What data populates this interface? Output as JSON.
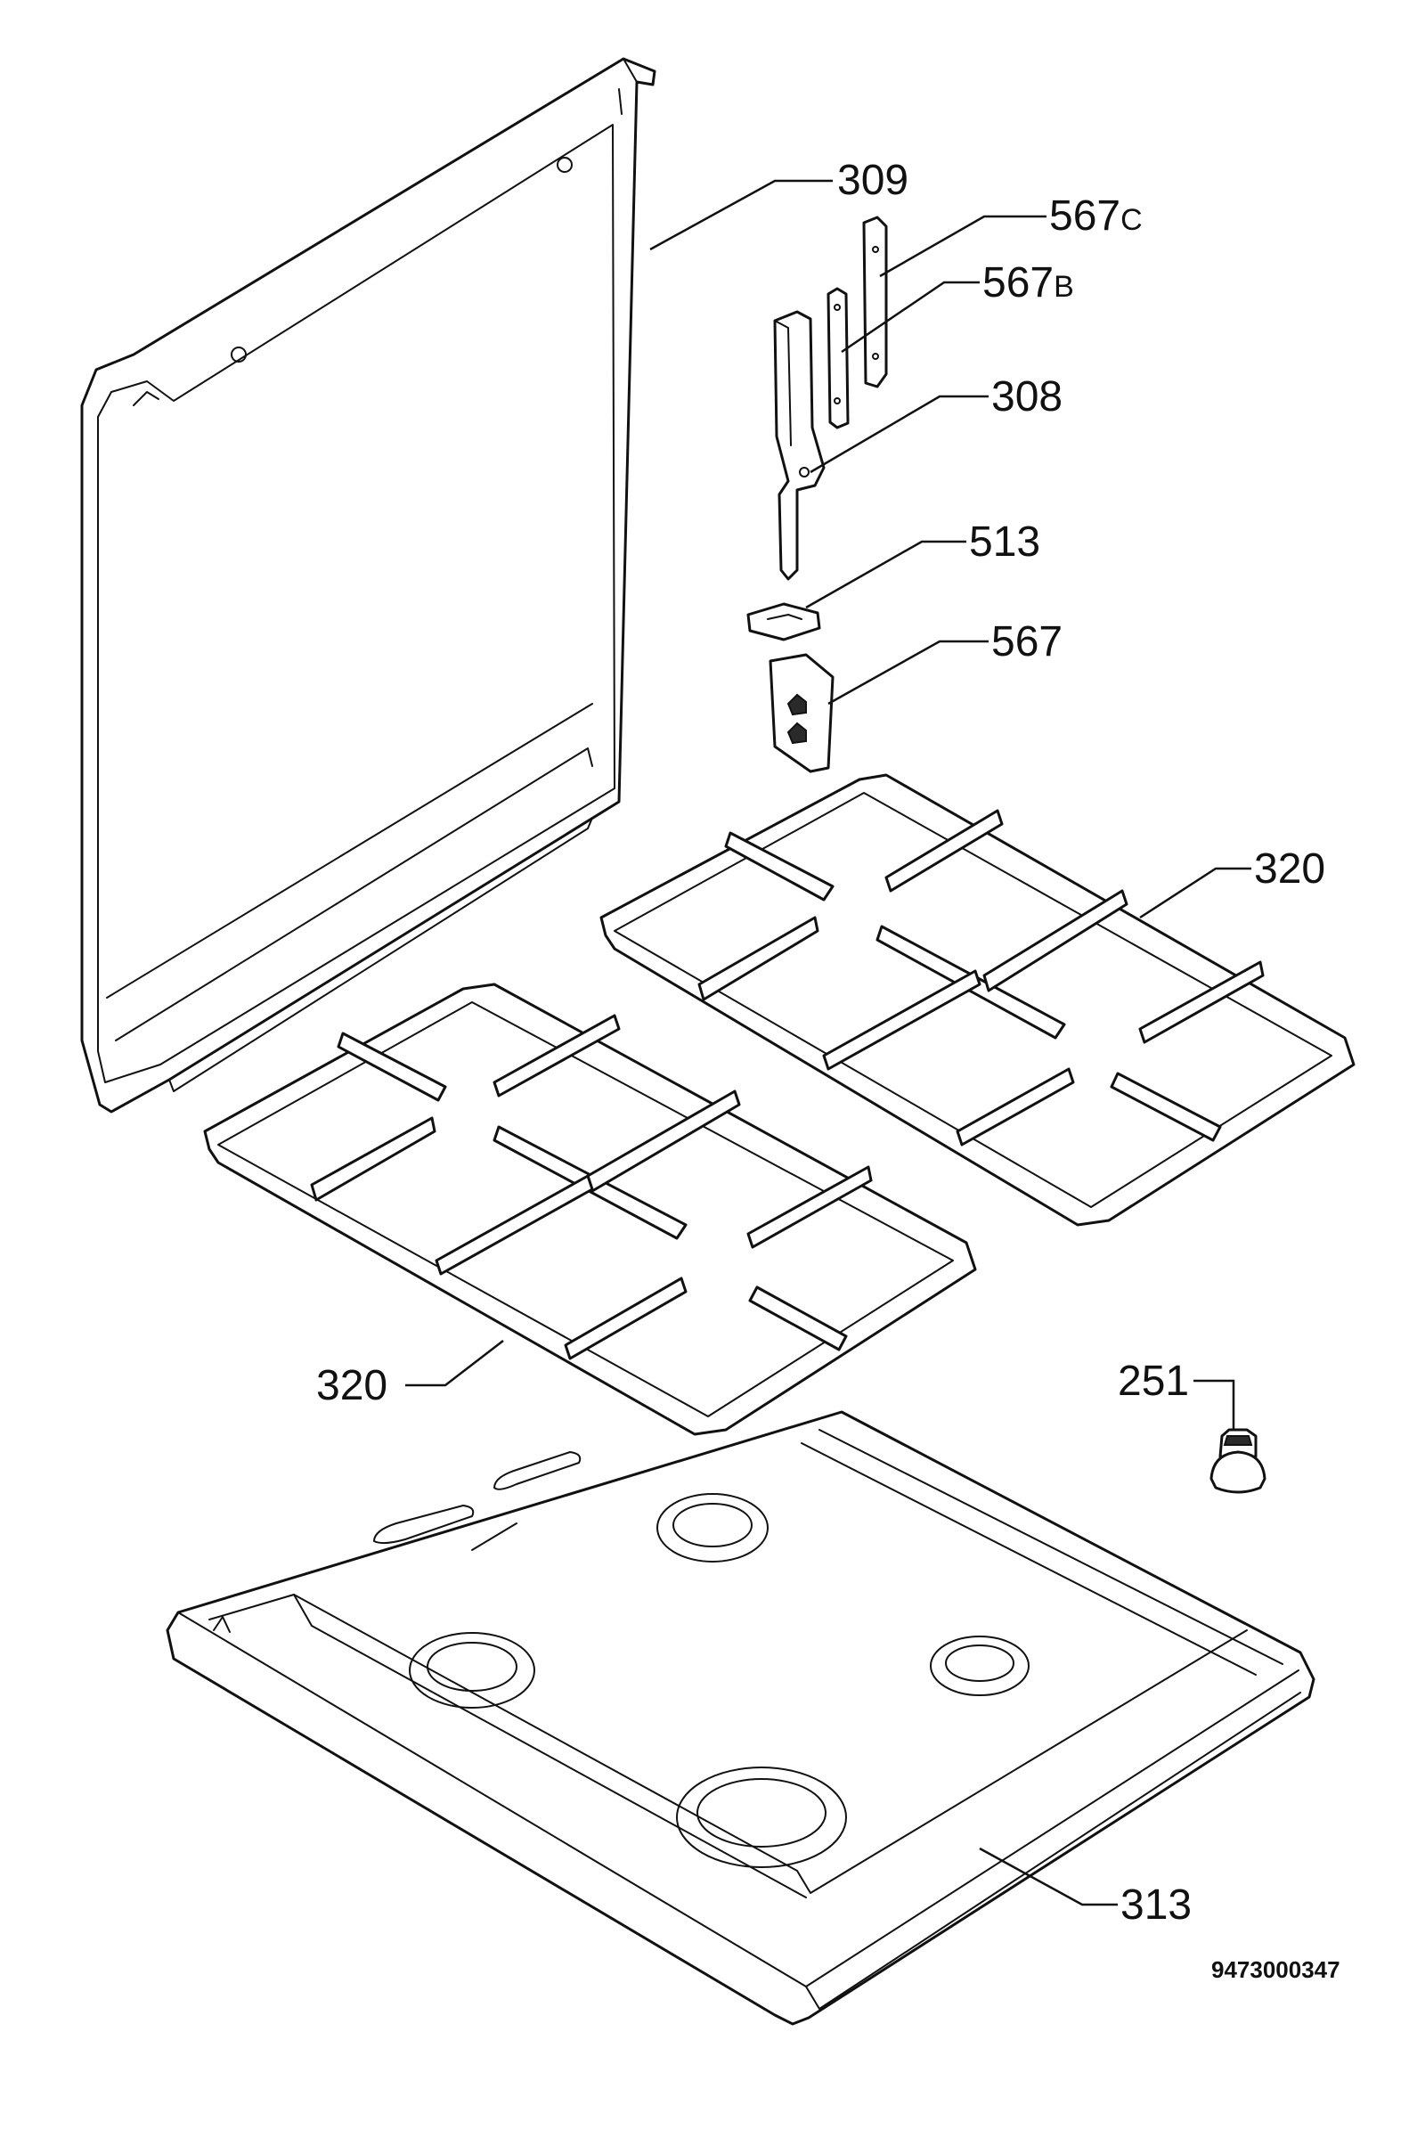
{
  "callouts": {
    "lid": "309",
    "hinge_plate_c_num": "567",
    "hinge_plate_c_suffix": "C",
    "hinge_plate_b_num": "567",
    "hinge_plate_b_suffix": "B",
    "hinge": "308",
    "clip": "513",
    "bracket": "567",
    "grid_right": "320",
    "grid_left": "320",
    "knob": "251",
    "hob": "313"
  },
  "drawing_number": "9473000347"
}
